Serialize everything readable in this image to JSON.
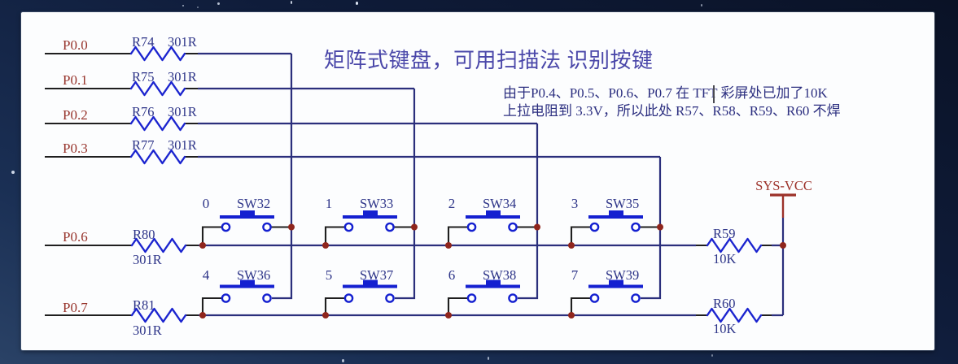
{
  "title": "矩阵式键盘，可用扫描法 识别按键",
  "note": {
    "line1": "由于P0.4、P0.5、P0.6、P0.7 在 TFT 彩屏处已加了10K",
    "line2": "上拉电阻到 3.3V，所以此处 R57、R58、R59、R60 不焊"
  },
  "power": {
    "label": "SYS-VCC"
  },
  "input_rows": [
    {
      "port": "P0.0",
      "ref": "R74",
      "value": "301R"
    },
    {
      "port": "P0.1",
      "ref": "R75",
      "value": "301R"
    },
    {
      "port": "P0.2",
      "ref": "R76",
      "value": "301R"
    },
    {
      "port": "P0.3",
      "ref": "R77",
      "value": "301R"
    }
  ],
  "scan_rows": [
    {
      "port": "P0.6",
      "ref": "R80",
      "value": "301R",
      "pullup_ref": "R59",
      "pullup_value": "10K"
    },
    {
      "port": "P0.7",
      "ref": "R81",
      "value": "301R",
      "pullup_ref": "R60",
      "pullup_value": "10K"
    }
  ],
  "switches": [
    {
      "num": "0",
      "ref": "SW32"
    },
    {
      "num": "1",
      "ref": "SW33"
    },
    {
      "num": "2",
      "ref": "SW34"
    },
    {
      "num": "3",
      "ref": "SW35"
    },
    {
      "num": "4",
      "ref": "SW36"
    },
    {
      "num": "5",
      "ref": "SW37"
    },
    {
      "num": "6",
      "ref": "SW38"
    },
    {
      "num": "7",
      "ref": "SW39"
    }
  ],
  "colors": {
    "wire": "#2b2f7c",
    "component_blue": "#1420d0",
    "junction_red": "#8f251c",
    "port_label_red": "#97342c",
    "ref_label_blue": "#2d3488",
    "title_blue": "#4a47a9",
    "panel_bg": "#fcfdfe",
    "desktop_bg": "#13234a"
  }
}
